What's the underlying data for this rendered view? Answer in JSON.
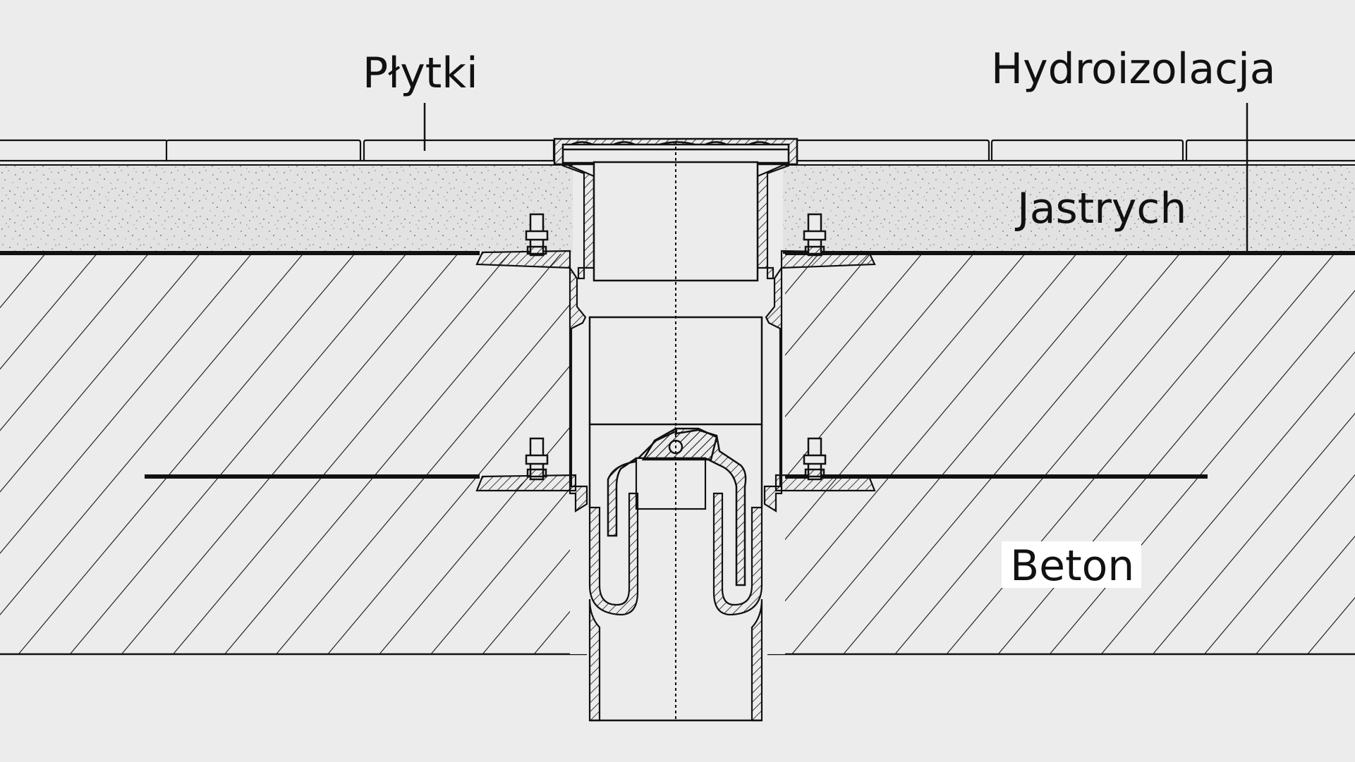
{
  "labels": {
    "tiles": "Płytki",
    "waterproofing": "Hydroizolacja",
    "screed": "Jastrych",
    "concrete": "Beton"
  },
  "colors": {
    "background": "#ececec",
    "line": "#111111",
    "screed": "#e2e2e2",
    "label_box": "#ffffff"
  }
}
